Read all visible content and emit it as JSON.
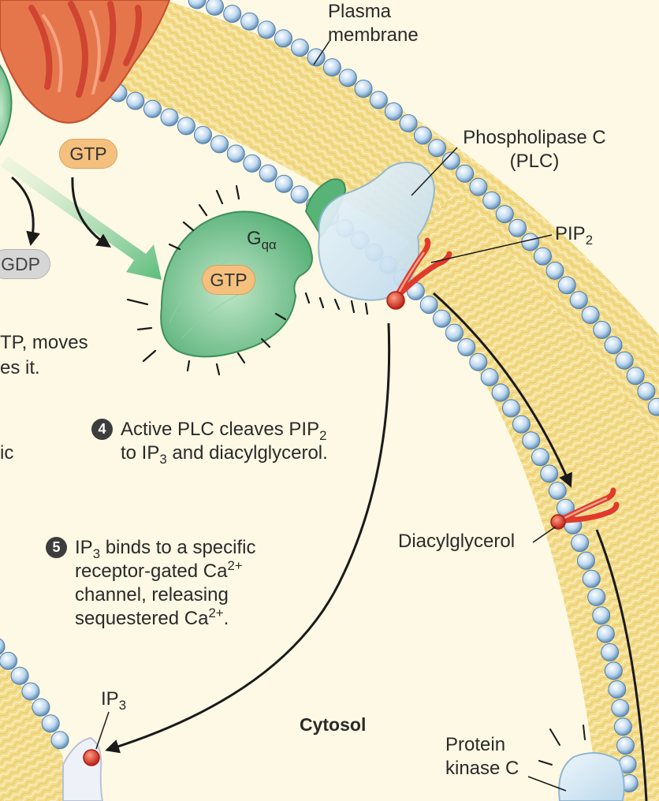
{
  "labels": {
    "plasma_membrane": [
      "Plasma",
      "membrane"
    ],
    "plc": [
      "Phospholipase C",
      "(PLC)"
    ],
    "pip2": "PIP2",
    "g_alpha": "Gqα",
    "gtp_free": "GTP",
    "gtp_bound": "GTP",
    "gdp": "GDP",
    "diacylglycerol": "Diacylglycerol",
    "ip3": "IP3",
    "cytosol": "Cytosol",
    "pkc": [
      "Protein",
      "kinase C"
    ]
  },
  "fragments": {
    "line1": "TP, moves",
    "line2": "es it.",
    "line3": "ic"
  },
  "steps": [
    {
      "number": "4",
      "lines": [
        "Active PLC cleaves PIP2",
        "to IP3 and diacylglycerol."
      ]
    },
    {
      "number": "5",
      "lines": [
        "IP3 binds to a specific",
        "receptor-gated Ca2+",
        "channel, releasing",
        "sequestered Ca2+."
      ]
    }
  ],
  "colors": {
    "background": "#fdf9e4",
    "membrane_fill": "#f3dc8c",
    "lipid_head": "#bcd7ef",
    "g_protein": "#6ec48a",
    "plc_protein": "#d4e8f5",
    "lipid_tail_red": "#e03a2a",
    "receptor_red": "#d64a2d",
    "arrow": "#1a1a1a"
  }
}
